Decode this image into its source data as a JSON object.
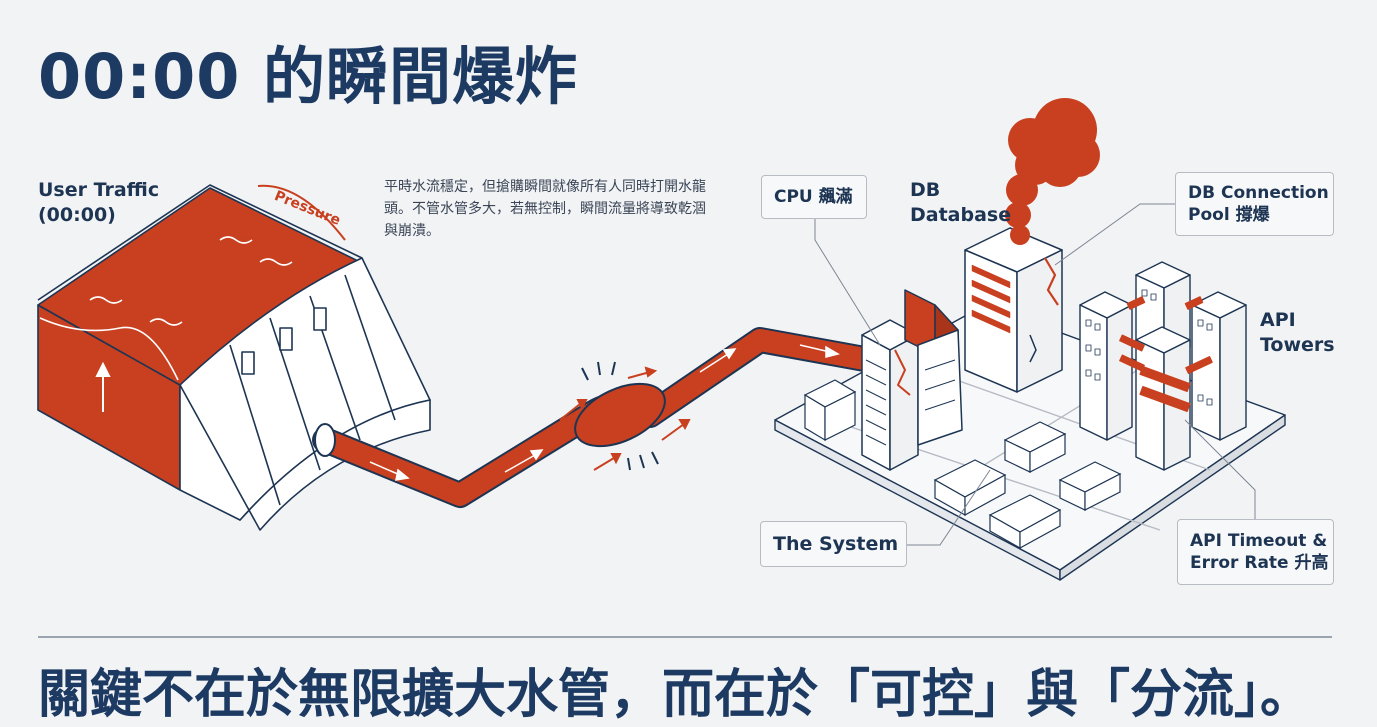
{
  "title": "00:00 的瞬間爆炸",
  "labels": {
    "user_traffic": "User Traffic",
    "user_traffic_time": "(00:00)",
    "pressure": "Pressure",
    "db_line1": "DB",
    "db_line2": "Database",
    "api_line1": "API",
    "api_line2": "Towers"
  },
  "note": "平時水流穩定，但搶購瞬間就像所有人同時打開水龍頭。不管水管多大，若無控制，瞬間流量將導致乾涸與崩潰。",
  "callouts": {
    "cpu": "CPU 飆滿",
    "db_pool_line1": "DB Connection",
    "db_pool_line2": "Pool 撐爆",
    "system": "The System",
    "api_timeout_line1": "API Timeout &",
    "api_timeout_line2": "Error Rate 升高"
  },
  "slogan": "關鍵不在於無限擴大水管，而在於「可控」與「分流」。",
  "colors": {
    "accent_red": "#c8401f",
    "navy": "#1d3a63",
    "background": "#f2f3f5"
  }
}
